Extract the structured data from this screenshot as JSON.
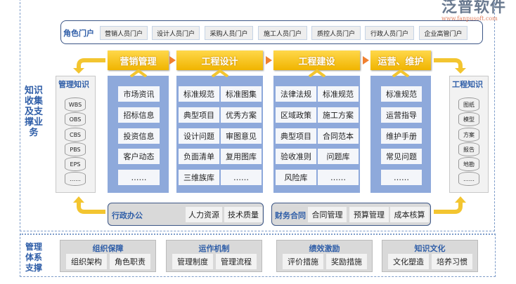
{
  "portal": {
    "label": "角色门户",
    "items": [
      "营销人员门户",
      "设计人员门户",
      "采购人员门户",
      "施工人员门户",
      "质控人员门户",
      "行政人员门户",
      "企业高管门户"
    ]
  },
  "left_label": "知识收集及支撑业务",
  "mgmt_knowledge": {
    "title": "管理知识",
    "items": [
      "WBS",
      "OBS",
      "CBS",
      "PBS",
      "EPS",
      "……"
    ]
  },
  "eng_knowledge": {
    "title": "工程知识",
    "items": [
      "图纸",
      "模型",
      "方案",
      "报告",
      "地勘",
      "……"
    ]
  },
  "stages": [
    {
      "title": "营销管理",
      "items": [
        "市场资讯",
        "招标信息",
        "投资信息",
        "客户动态",
        "……"
      ]
    },
    {
      "title": "工程设计",
      "items": [
        "标准规范",
        "标准图集",
        "典型项目",
        "优秀方案",
        "设计问题",
        "审图意见",
        "负面清单",
        "复用图库",
        "三维族库",
        "……"
      ]
    },
    {
      "title": "工程建设",
      "items": [
        "法律法规",
        "标准规范",
        "区域政策",
        "施工方案",
        "典型项目",
        "合同范本",
        "验收准则",
        "问题库",
        "风险库",
        "……"
      ]
    },
    {
      "title": "运营、维护",
      "items": [
        "标准规范",
        "运营指导",
        "维护手册",
        "常见问题",
        "……"
      ]
    }
  ],
  "admin": {
    "title": "行政办公",
    "items": [
      "人力资源",
      "技术质量"
    ]
  },
  "finance": {
    "title": "财务合同",
    "items": [
      "合同管理",
      "预算管理",
      "成本核算"
    ]
  },
  "bottom_label": "管理体系支撑",
  "groups": [
    {
      "title": "组织保障",
      "items": [
        "组织架构",
        "角色职责"
      ]
    },
    {
      "title": "运作机制",
      "items": [
        "管理制度",
        "管理流程"
      ]
    },
    {
      "title": "绩效激励",
      "items": [
        "评价措施",
        "奖励措施"
      ]
    },
    {
      "title": "知识文化",
      "items": [
        "文化塑造",
        "培养习惯"
      ]
    }
  ],
  "watermark": {
    "brand": "泛普软件",
    "url": "www.fanpusoft.com"
  },
  "colors": {
    "accent_blue": "#2f5ea8",
    "header_yellow": "#f5c000",
    "panel_blue": "#8ea9db",
    "arrow_orange": "#f08030"
  }
}
